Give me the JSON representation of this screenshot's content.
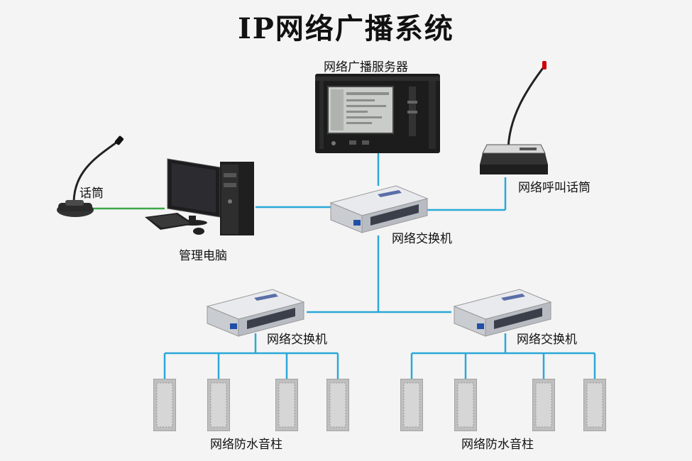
{
  "title": "IP网络广播系统",
  "labels": {
    "server": "网络广播服务器",
    "mic": "话筒",
    "pc": "管理电脑",
    "paging_mic": "网络呼叫话筒",
    "main_switch": "网络交换机",
    "left_switch": "网络交换机",
    "right_switch": "网络交换机",
    "left_speakers": "网络防水音柱",
    "right_speakers": "网络防水音柱"
  },
  "colors": {
    "network_line": "#2aa8d8",
    "mic_line": "#3aa84a"
  }
}
